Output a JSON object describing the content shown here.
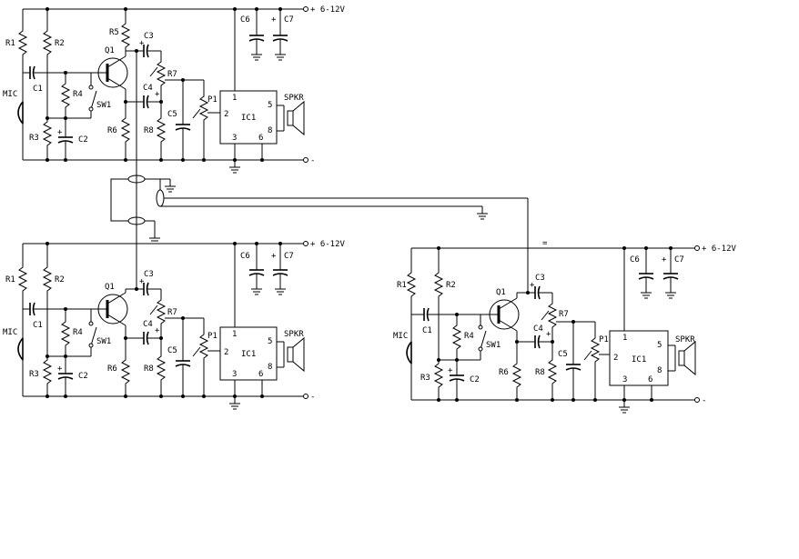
{
  "labels": {
    "R1": "R1",
    "R2": "R2",
    "R3": "R3",
    "R4": "R4",
    "R5": "R5",
    "R6": "R6",
    "R7": "R7",
    "R8": "R8",
    "C1": "C1",
    "C2": "C2",
    "C3": "C3",
    "C4": "C4",
    "C5": "C5",
    "C6": "C6",
    "C7": "C7",
    "Q1": "Q1",
    "SW1": "SW1",
    "P1": "P1",
    "IC1": "IC1",
    "MIC": "MIC",
    "SPKR": "SPKR",
    "pin1": "1",
    "pin2": "2",
    "pin3": "3",
    "pin5": "5",
    "pin6": "6",
    "pin8": "8",
    "supply": "+ 6-12V",
    "plus": "+",
    "minus": "-",
    "bridge_mark": "="
  }
}
